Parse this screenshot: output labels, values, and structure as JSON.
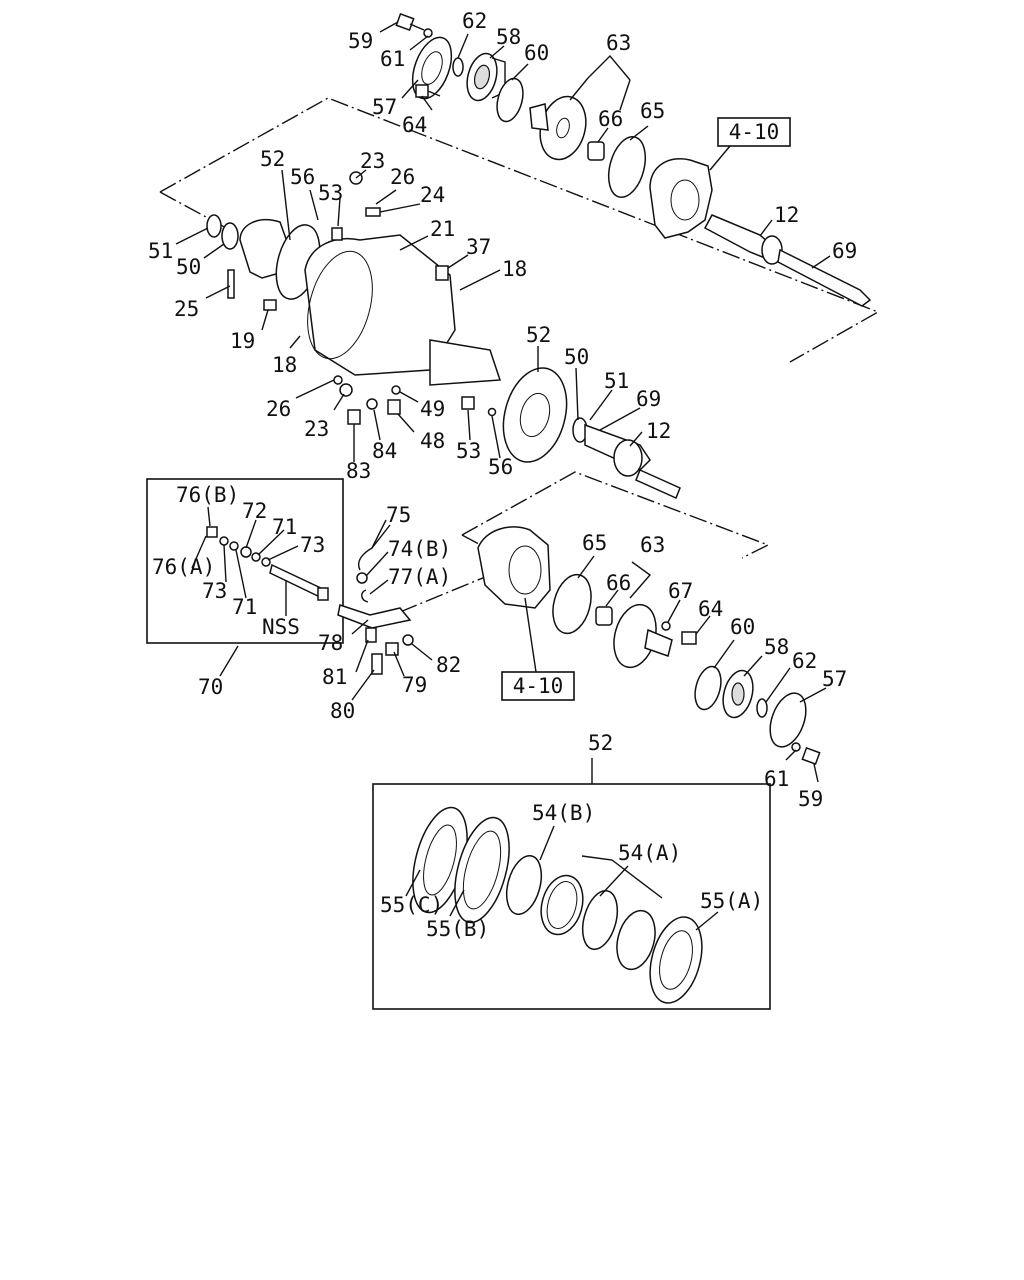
{
  "callouts": {
    "p59a": "59",
    "p61a": "61",
    "p62a": "62",
    "p58a": "58",
    "p60a": "60",
    "p63a": "63",
    "p57a": "57",
    "p64a": "64",
    "p66a": "66",
    "p65a": "65",
    "p12a": "12",
    "p69a": "69",
    "p52a": "52",
    "p56a": "56",
    "p23a": "23",
    "p26a": "26",
    "p53a": "53",
    "p24": "24",
    "p21": "21",
    "p37": "37",
    "p18a": "18",
    "p51a": "51",
    "p50a": "50",
    "p25": "25",
    "p19": "19",
    "p18b": "18",
    "p26b": "26",
    "p23b": "23",
    "p49": "49",
    "p83": "83",
    "p84": "84",
    "p48": "48",
    "p53b": "53",
    "p56b": "56",
    "p52b": "52",
    "p50b": "50",
    "p51b": "51",
    "p69b": "69",
    "p12b": "12",
    "p76b": "76(B)",
    "p72": "72",
    "p71a": "71",
    "p73a": "73",
    "p76a": "76(A)",
    "p73b": "73",
    "p71b": "71",
    "nss": "NSS",
    "p70": "70",
    "p75": "75",
    "p74b": "74(B)",
    "p77a": "77(A)",
    "p78": "78",
    "p81": "81",
    "p80": "80",
    "p79": "79",
    "p82": "82",
    "p65b": "65",
    "p63b": "63",
    "p66b": "66",
    "p67": "67",
    "p64b": "64",
    "p60b": "60",
    "p58b": "58",
    "p62b": "62",
    "p57b": "57",
    "p61b": "61",
    "p59b": "59",
    "p52c": "52",
    "p54b": "54(B)",
    "p54a": "54(A)",
    "p55c": "55(C)",
    "p55b": "55(B)",
    "p55a": "55(A)"
  },
  "refs": {
    "ref_top": "4-10",
    "ref_mid": "4-10"
  }
}
